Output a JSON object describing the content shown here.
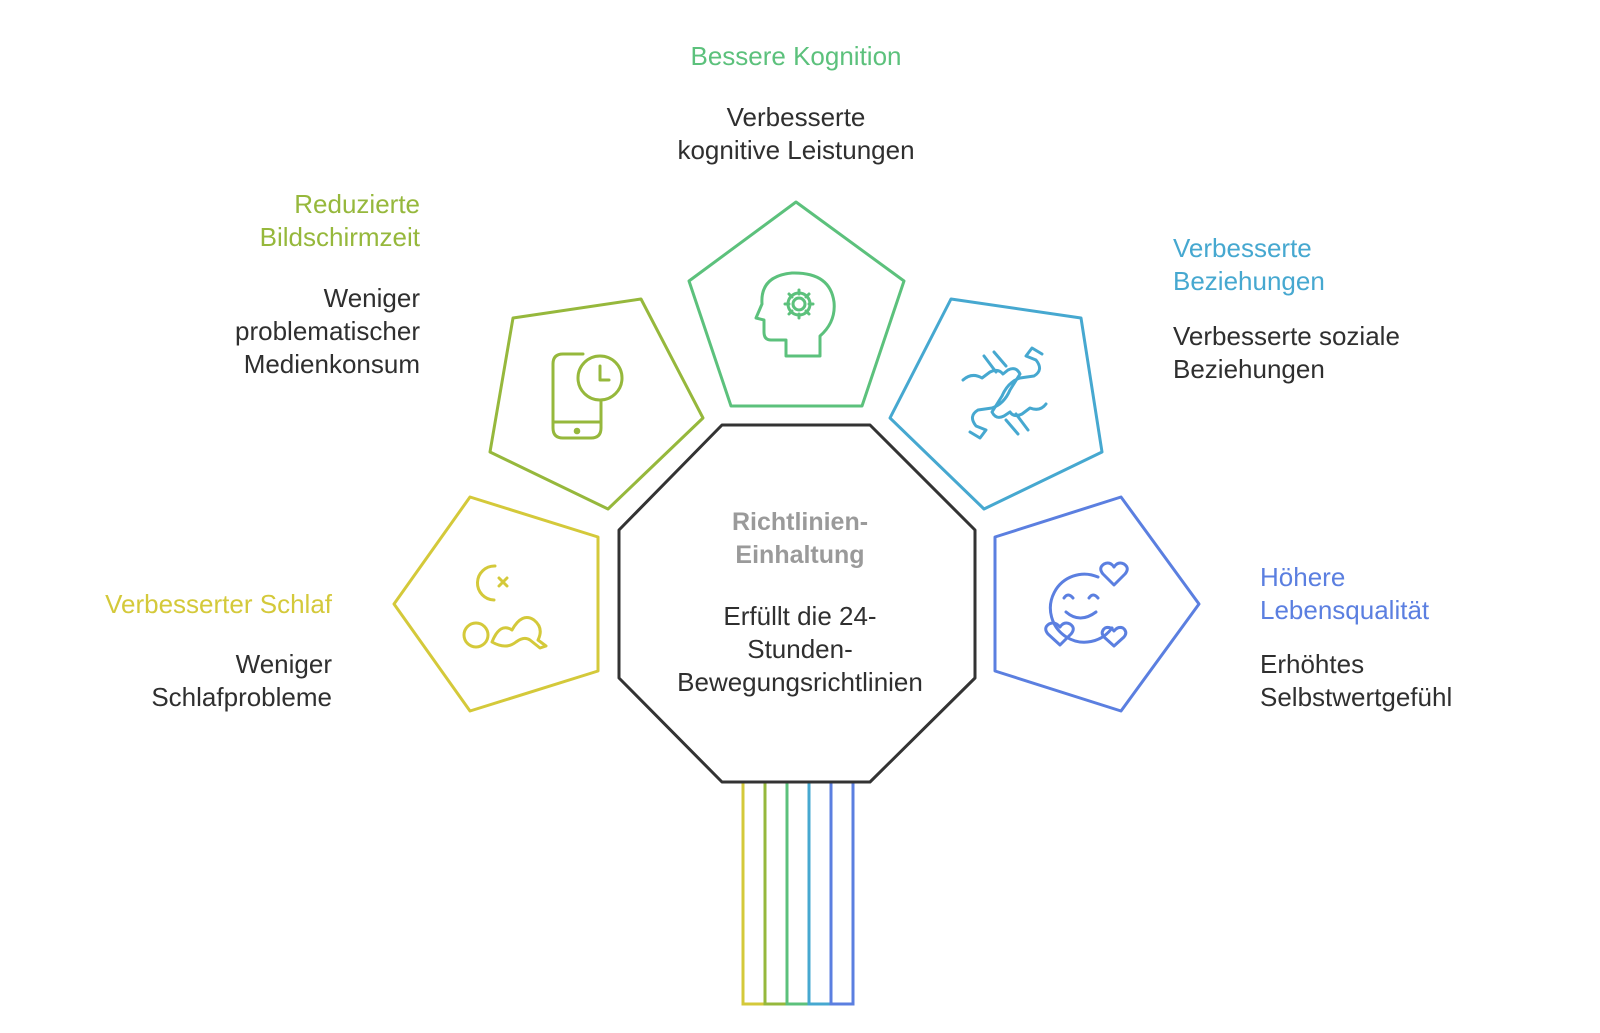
{
  "center": {
    "title": "Richtlinien-\nEinhaltung",
    "description": "Erfüllt die 24-\nStunden-\nBewegungsrichtlinien",
    "color": "#333333"
  },
  "nodes": [
    {
      "id": "sleep",
      "title": "Verbesserter Schlaf",
      "description": "Weniger\nSchlafprobleme",
      "color": "#d4c93a",
      "icon": "sleep-icon"
    },
    {
      "id": "screen",
      "title": "Reduzierte\nBildschirmzeit",
      "description": "Weniger\nproblematischer\nMedienkonsum",
      "color": "#96b83c",
      "icon": "phone-clock-icon"
    },
    {
      "id": "cognition",
      "title": "Bessere Kognition",
      "description": "Verbesserte\nkognitive Leistungen",
      "color": "#5cc17c",
      "icon": "brain-gear-icon"
    },
    {
      "id": "relations",
      "title": "Verbesserte\nBeziehungen",
      "description": "Verbesserte soziale\nBeziehungen",
      "color": "#46a8d0",
      "icon": "fist-bump-icon"
    },
    {
      "id": "quality",
      "title": "Höhere\nLebensqualität",
      "description": "Erhöhtes\nSelbstwertgefühl",
      "color": "#5b7fe0",
      "icon": "smiley-hearts-icon"
    }
  ]
}
